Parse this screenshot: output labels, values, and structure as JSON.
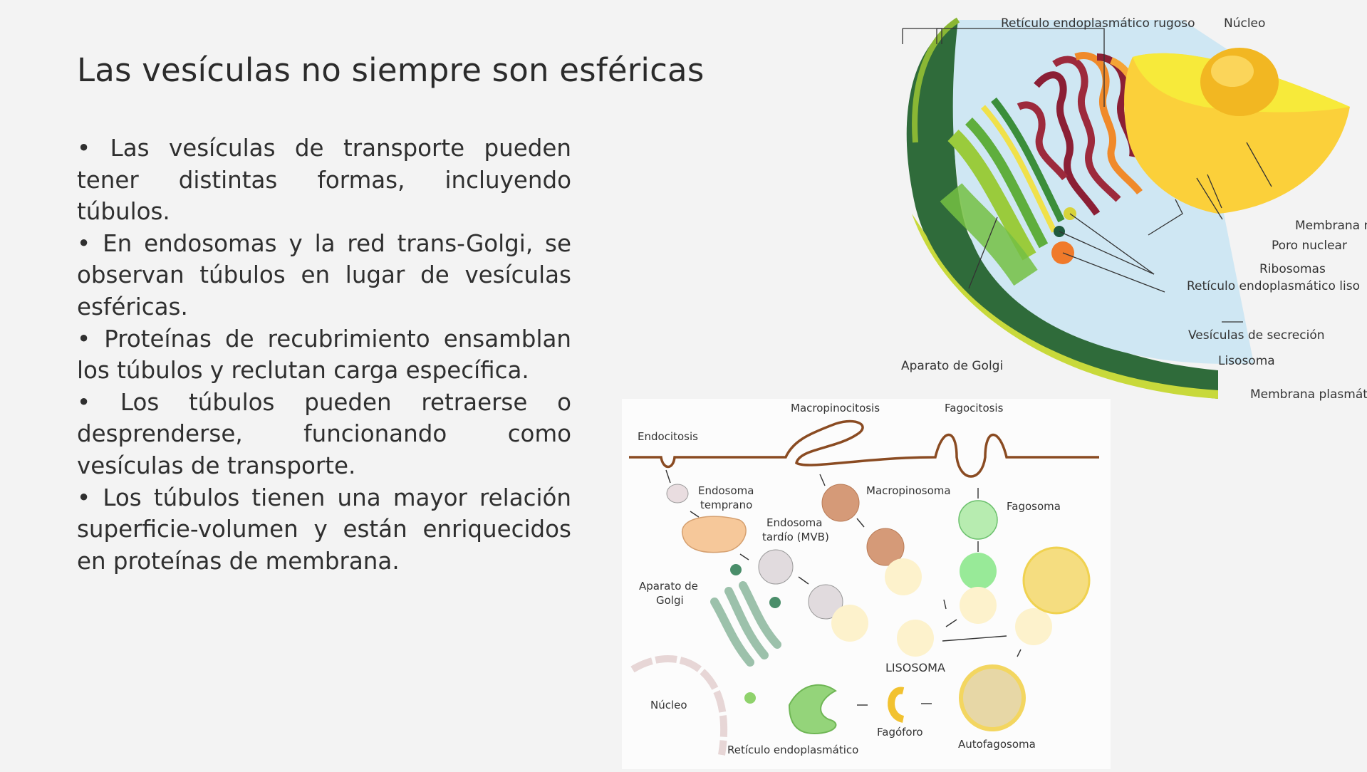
{
  "slide": {
    "title": "Las vesículas no siempre son esféricas",
    "bullets": [
      "• Las vesículas de transporte pueden tener distintas formas, incluyendo túbulos.",
      "• En endosomas y la red trans-Golgi, se observan túbulos en lugar de vesículas esféricas.",
      "• Proteínas de recubrimiento ensamblan los túbulos y reclutan carga específica.",
      "• Los túbulos pueden retraerse o desprenderse, funcionando como vesículas de transporte.",
      "• Los túbulos tienen una mayor relación superficie-volumen y están enriquecidos en proteínas de membrana."
    ]
  },
  "cell_diagram": {
    "labels": {
      "rer": "Retículo endoplasmático rugoso",
      "nucleus": "Núcleo",
      "nuclear_membrane": "Membrana n",
      "nuclear_pore": "Poro nuclear",
      "ribosomes": "Ribosomas",
      "ser": "Retículo endoplasmático liso",
      "secretory_vesicles": "Vesículas de secreción",
      "lysosome": "Lisosoma",
      "golgi": "Aparato de Golgi",
      "plasma_membrane": "Membrana plasmát"
    }
  },
  "endocytosis_diagram": {
    "labels": {
      "macropinocytosis": "Macropinocitosis",
      "phagocytosis": "Fagocitosis",
      "endocytosis": "Endocitosis",
      "early_endosome_1": "Endosoma",
      "early_endosome_2": "temprano",
      "macropinosome": "Macropinosoma",
      "phagosome": "Fagosoma",
      "late_endosome_1": "Endosoma",
      "late_endosome_2": "tardío (MVB)",
      "golgi_1": "Aparato de",
      "golgi_2": "Golgi",
      "lysosome": "LISOSOMA",
      "nucleus": "Núcleo",
      "phagophore": "Fagóforo",
      "autophagosome": "Autofagosoma",
      "er": "Retículo endoplasmático"
    }
  }
}
